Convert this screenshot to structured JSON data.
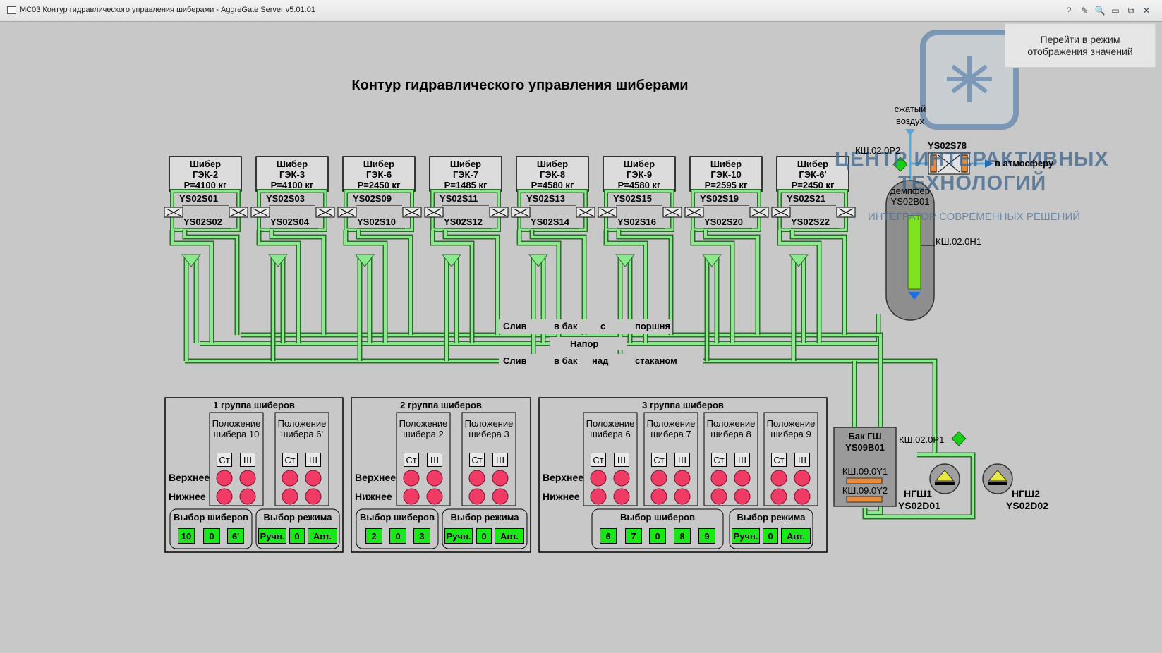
{
  "window": {
    "title": "МС03 Контур гидравлического управления шиберами - AggreGate Server v5.01.01",
    "buttons": [
      "?",
      "✎",
      "🔍",
      "▭",
      "⧉",
      "✕"
    ]
  },
  "mode_button": {
    "line1": "Перейти в режим",
    "line2": "отображения значений"
  },
  "heading": "Контур гидравлического управления шиберами",
  "gates": [
    {
      "line1": "Шибер",
      "line2": "ГЭК-2",
      "line3": "P=4100 кг",
      "top": "YS02S01",
      "bottom": "YS02S02"
    },
    {
      "line1": "Шибер",
      "line2": "ГЭК-3",
      "line3": "P=4100 кг",
      "top": "YS02S03",
      "bottom": "YS02S04"
    },
    {
      "line1": "Шибер",
      "line2": "ГЭК-6",
      "line3": "P=2450 кг",
      "top": "YS02S09",
      "bottom": "YS02S10"
    },
    {
      "line1": "Шибер",
      "line2": "ГЭК-7",
      "line3": "P=1485 кг",
      "top": "YS02S11",
      "bottom": "YS02S12"
    },
    {
      "line1": "Шибер",
      "line2": "ГЭК-8",
      "line3": "P=4580 кг",
      "top": "YS02S13",
      "bottom": "YS02S14"
    },
    {
      "line1": "Шибер",
      "line2": "ГЭК-9",
      "line3": "P=4580 кг",
      "top": "YS02S15",
      "bottom": "YS02S16"
    },
    {
      "line1": "Шибер",
      "line2": "ГЭК-10",
      "line3": "P=2595 кг",
      "top": "YS02S19",
      "bottom": "YS02S20"
    },
    {
      "line1": "Шибер",
      "line2": "ГЭК-6'",
      "line3": "P=2450 кг",
      "top": "YS02S21",
      "bottom": "YS02S22"
    }
  ],
  "pipes": {
    "drain_piston": [
      "Слив",
      "в бак",
      "с",
      "поршня"
    ],
    "pressure": "Напор",
    "drain_glass": [
      "Слив",
      "в бак",
      "над",
      "стаканом"
    ]
  },
  "air": {
    "label1": "сжатый",
    "label2": "воздух",
    "sensor": "КШ.02.0Р2",
    "valve": "YS02S78",
    "outlet": "в атмосферу",
    "damper1": "демпфер",
    "damper2": "YS02B01",
    "level": "КШ.02.0Н1"
  },
  "tank": {
    "name1": "Бак ГШ",
    "name2": "YS09B01",
    "level1": "КШ.09.0Y1",
    "level2": "КШ.09.0Y2",
    "sensor": "КШ.02.0Р1"
  },
  "pumps": [
    {
      "name1": "НГШ1",
      "name2": "YS02D01"
    },
    {
      "name1": "НГШ2",
      "name2": "YS02D02"
    }
  ],
  "row_labels": {
    "upper": "Верхнее",
    "lower": "Нижнее",
    "st": "Ст",
    "sh": "Ш"
  },
  "groups": [
    {
      "title": "1 группа шиберов",
      "positions": [
        {
          "l1": "Положение",
          "l2": "шибера 10"
        },
        {
          "l1": "Положение",
          "l2": "шибера 6'"
        }
      ],
      "select_title": "Выбор шиберов",
      "select": [
        "10",
        "0",
        "6'"
      ],
      "mode_title": "Выбор режима",
      "mode": [
        "Ручн.",
        "0",
        "Авт."
      ]
    },
    {
      "title": "2 группа шиберов",
      "positions": [
        {
          "l1": "Положение",
          "l2": "шибера 2"
        },
        {
          "l1": "Положение",
          "l2": "шибера 3"
        }
      ],
      "select_title": "Выбор шиберов",
      "select": [
        "2",
        "0",
        "3"
      ],
      "mode_title": "Выбор режима",
      "mode": [
        "Ручн.",
        "0",
        "Авт."
      ]
    },
    {
      "title": "3 группа шиберов",
      "positions": [
        {
          "l1": "Положение",
          "l2": "шибера 6"
        },
        {
          "l1": "Положение",
          "l2": "шибера 7"
        },
        {
          "l1": "Положение",
          "l2": "шибера 8"
        },
        {
          "l1": "Положение",
          "l2": "шибера 9"
        }
      ],
      "select_title": "Выбор шиберов",
      "select": [
        "6",
        "7",
        "0",
        "8",
        "9"
      ],
      "mode_title": "Выбор режима",
      "mode": [
        "Ручн.",
        "0",
        "Авт."
      ]
    }
  ],
  "watermark": {
    "line1": "ЦЕНТР ИНТЕРАКТИВНЫХ",
    "line2": "ТЕХНОЛОГИЙ",
    "line3": "ИНТЕГРАТОР СОВРЕМЕННЫХ РЕШЕНИЙ"
  },
  "colors": {
    "pipe": "#8ce88c",
    "indicator": "#f03c64",
    "button_on": "#18e818",
    "background": "#c8c8c8"
  }
}
